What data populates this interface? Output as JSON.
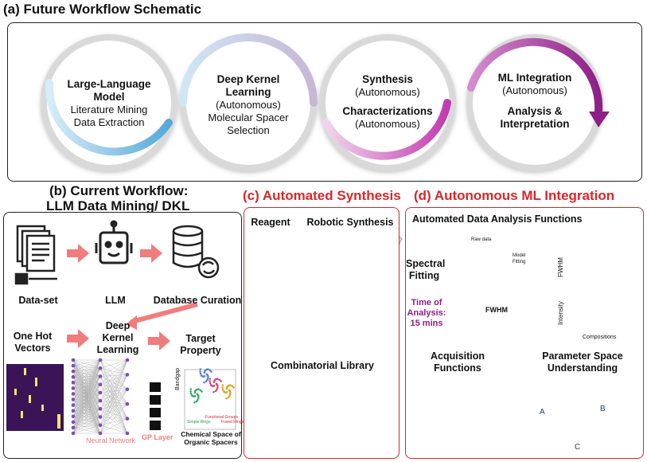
{
  "panel_a": {
    "title": "(a) Future Workflow Schematic",
    "rings": [
      {
        "bold": "Large-Language Model",
        "lines": [
          "Literature Mining",
          "Data Extraction"
        ]
      },
      {
        "bold": "Deep Kernel Learning",
        "lines": [
          "(Autonomous)",
          "Molecular Spacer",
          "Selection"
        ]
      },
      {
        "bold1": "Synthesis",
        "sub1": "(Autonomous)",
        "bold2": "Characterizations",
        "sub2": "(Autonomous)"
      },
      {
        "bold1": "ML Integration",
        "sub1": "(Autonomous)",
        "bold2": "Analysis & Interpretation"
      }
    ]
  },
  "panel_b": {
    "title_line1": "(b) Current Workflow:",
    "title_line2": "LLM Data Mining/ DKL",
    "dataset": "Data-set",
    "llm": "LLM",
    "curation": "Database Curation",
    "one_hot": "One Hot Vectors",
    "dkl": "Deep Kernel Learning",
    "target": "Target Property",
    "neural_network": "Neural Network",
    "gp_layer": "GP Layer",
    "chem_space": "Chemical Space of Organic Spacers",
    "bandgap": "Bandgap",
    "func_groups": "Functional Groups",
    "simple_rings": "Simple Rings",
    "fused_rings": "Fused Rings"
  },
  "panel_c": {
    "title": "(c) Automated Synthesis",
    "reagent": "Reagent",
    "robotic": "Robotic Synthesis",
    "library": "Combinatorial Library"
  },
  "panel_d": {
    "title": "(d) Autonomous ML Integration",
    "functions": "Automated Data Analysis Functions",
    "spectral": "Spectral Fitting",
    "time": "Time of Analysis: 15 mins",
    "raw": "Raw data",
    "model": "Model",
    "fitting": "Fitting",
    "fwhm": "FWHM",
    "fwhm_axis": "FWHM",
    "intensity_axis": "Intensity",
    "compositions": "Compositions",
    "acquisition": "Acquisition Functions",
    "param": "Parameter Space Understanding",
    "tri_a": "A",
    "tri_b": "B",
    "tri_c": "C"
  },
  "colors": {
    "red": "#d6282b",
    "arrow": "#f07d7d",
    "blue_ring": "#8ec9ea",
    "purple_ring": "#9a2a8f"
  }
}
